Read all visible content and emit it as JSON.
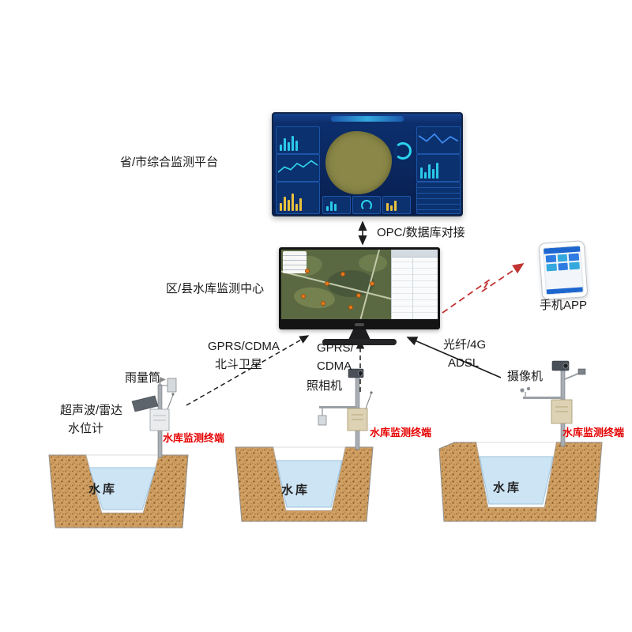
{
  "labels": {
    "platform": "省/市综合监测平台",
    "opc_link": "OPC/数据库对接",
    "center": "区/县水库监测中心",
    "phone_app": "手机APP",
    "link_left_1": "GPRS/CDMA",
    "link_left_2": "北斗卫星",
    "link_mid_1": "GPRS/",
    "link_mid_2": "CDMA",
    "link_right_1": "光纤/4G",
    "link_right_2": "ADSL",
    "rain_gauge": "雨量筒",
    "water_meter_1": "超声波/雷达",
    "water_meter_2": "水位计",
    "photo_camera": "照相机",
    "video_camera": "摄像机",
    "terminal": "水库监测终端",
    "reservoir": "水库"
  },
  "colors": {
    "terminal_label": "#e60000",
    "label_text": "#1a1a1a",
    "red_arrow": "#c23434",
    "arrow": "#1e1e1e",
    "water": "#cde4f4",
    "soil": "#cf9f63",
    "dashboard_bg": "#0a2a62",
    "monitor_map": "#5a6942",
    "station_box": "#ddd2b3"
  }
}
